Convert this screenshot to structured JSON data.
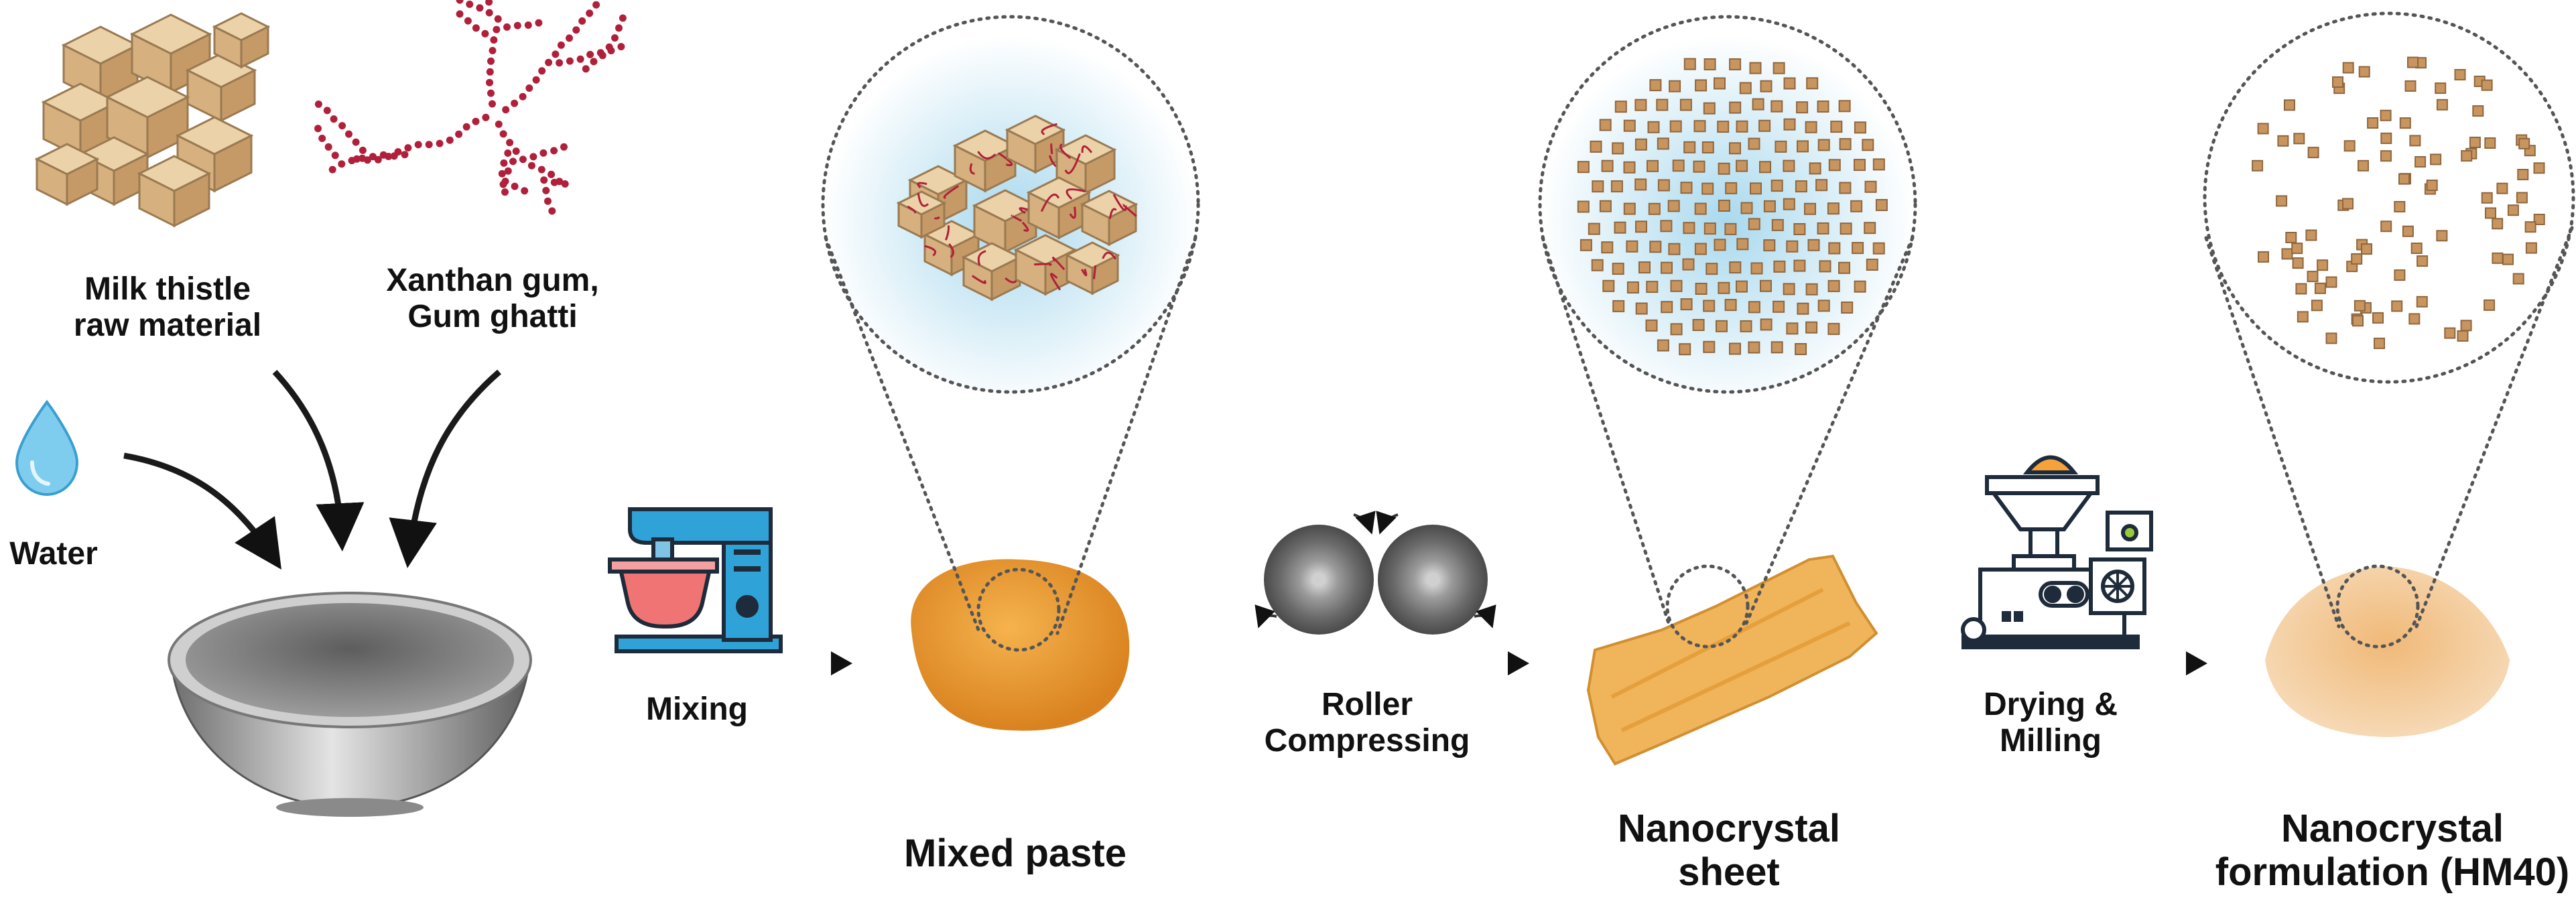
{
  "labels": {
    "milk_thistle_line1": "Milk thistle",
    "milk_thistle_line2": "raw material",
    "gum_line1": "Xanthan gum,",
    "gum_line2": "Gum ghatti",
    "water": "Water",
    "mixing": "Mixing",
    "mixed_paste": "Mixed paste",
    "roller_line1": "Roller",
    "roller_line2": "Compressing",
    "sheet_line1": "Nanocrystal",
    "sheet_line2": "sheet",
    "drying_line1": "Drying &",
    "drying_line2": "Milling",
    "formulation_line1": "Nanocrystal",
    "formulation_line2": "formulation (HM40)"
  },
  "colors": {
    "cube": "#d9b68a",
    "cube_edge": "#a9885f",
    "gum_dots": "#b0203a",
    "water_drop": "#6ec3e6",
    "bowl": "#9a9a9a",
    "paste": "#f2a33a",
    "sheet": "#f0b45a",
    "powder": "#f3c895",
    "mixer": "#2fa3d8",
    "mixer_bowl": "#f06b6b",
    "roller": "#8a8a8a",
    "arrow": "#111111",
    "magnifier_glow": "#bfe3f2"
  },
  "icons": [
    "cube-cluster-icon",
    "gum-network-icon",
    "water-drop-icon",
    "steel-bowl-icon",
    "stand-mixer-icon",
    "roller-pair-icon",
    "drying-mill-icon"
  ]
}
